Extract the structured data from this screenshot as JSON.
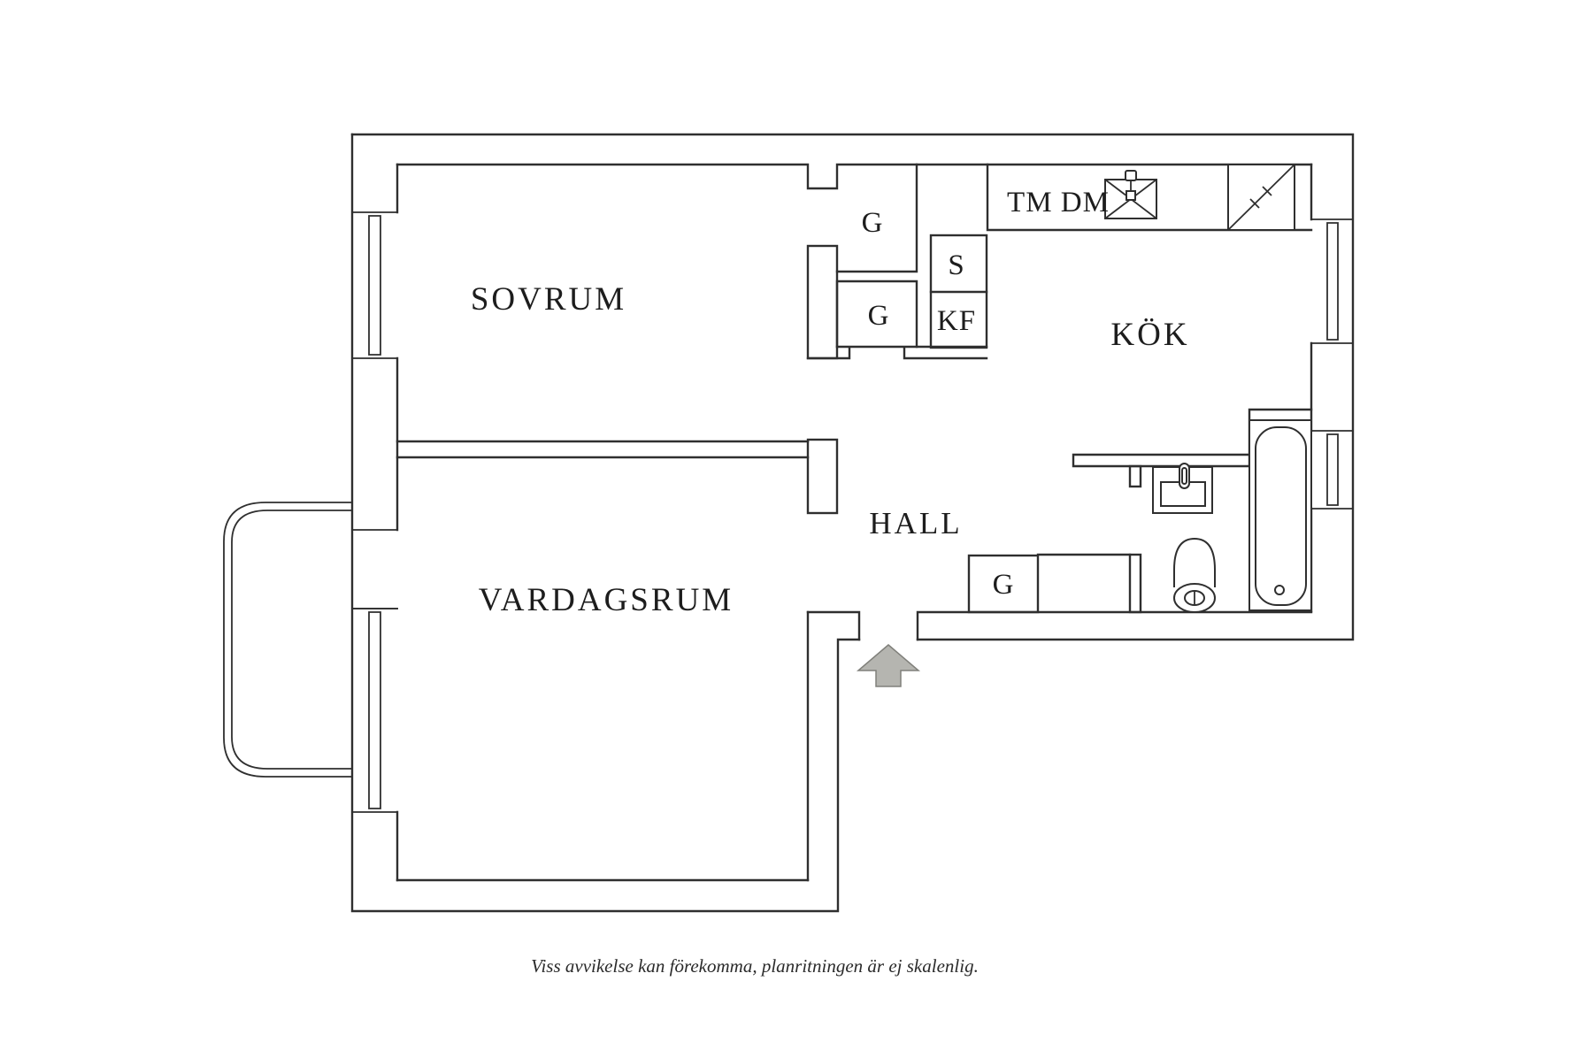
{
  "floorplan": {
    "labels": {
      "bedroom": "SOVRUM",
      "living_room": "VARDAGSRUM",
      "kitchen": "KÖK",
      "hall": "HALL",
      "washer_dishwasher": "TM DM",
      "wardrobe": "G",
      "pantry": "S",
      "fridge_freezer": "KF"
    },
    "caption": "Viss avvikelse kan förekomma, planritningen är ej skalenlig.",
    "colors": {
      "wall_line": "#2f2f2f",
      "text": "#1d1d1d",
      "arrow_fill": "#b5b5b0",
      "background": "#ffffff"
    }
  }
}
